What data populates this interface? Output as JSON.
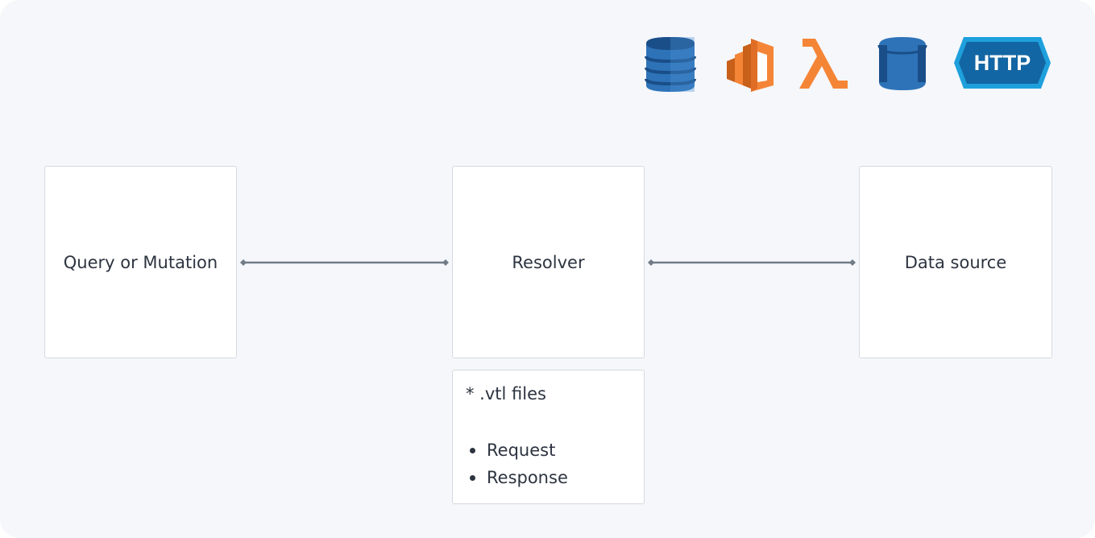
{
  "diagram": {
    "nodes": {
      "query": "Query or Mutation",
      "resolver": "Resolver",
      "datasource": "Data source"
    },
    "notes": {
      "title": "* .vtl files",
      "items": [
        "Request",
        "Response"
      ]
    },
    "icons": {
      "http_label": "HTTP",
      "list": [
        "dynamodb-icon",
        "aurora-icon",
        "lambda-icon",
        "rds-icon",
        "http-icon"
      ]
    },
    "edges": [
      {
        "from": "query",
        "to": "resolver",
        "direction": "bidirectional"
      },
      {
        "from": "resolver",
        "to": "datasource",
        "direction": "bidirectional"
      }
    ]
  },
  "colors": {
    "background": "#f5f7fb",
    "connector": "#707c88",
    "aws_blue": "#2e73b8",
    "aws_orange": "#f58536",
    "http_blue": "#1266a3"
  }
}
